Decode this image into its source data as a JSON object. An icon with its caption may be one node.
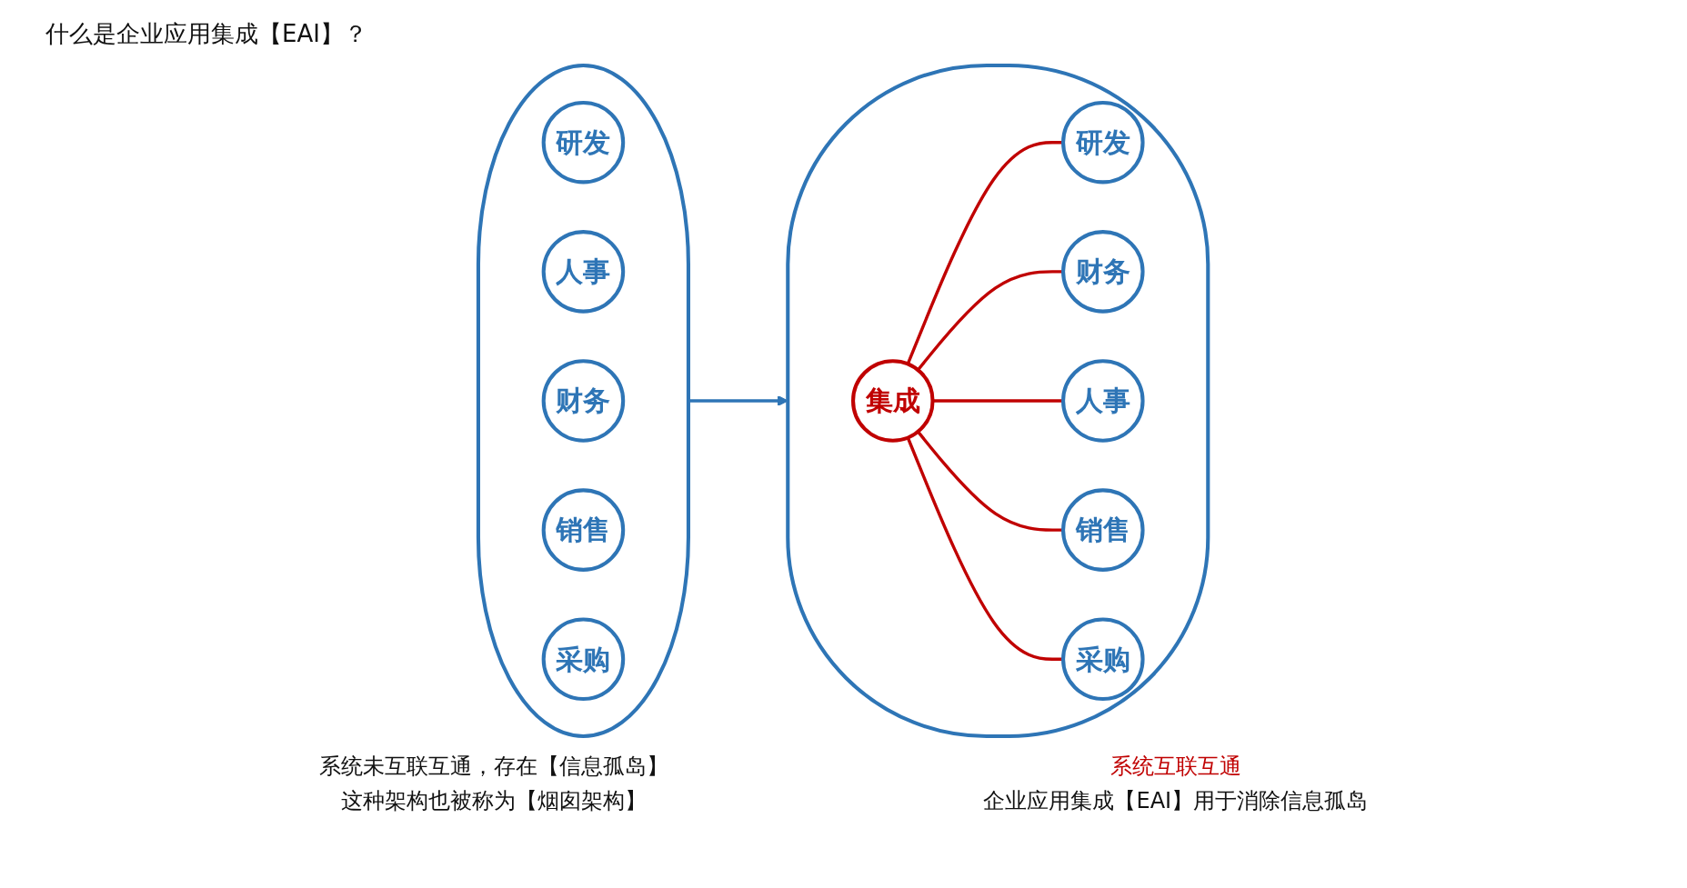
{
  "diagram": {
    "title": "什么是企业应用集成【EAI】？",
    "nodes": [
      {
        "text": [],
        "shape": "ellipse",
        "beside": [
          "系统未互联互通，存在【信息孤岛】",
          "这种架构也被称为【烟囱架构】"
        ]
      },
      {
        "text": [
          "研发"
        ],
        "in": 0
      },
      {
        "text": [
          "人事"
        ],
        "in": 0
      },
      {
        "text": [
          "财务"
        ],
        "in": 0
      },
      {
        "text": [
          "销售"
        ],
        "in": 0
      },
      {
        "text": [
          "采购"
        ],
        "in": 0
      },
      {
        "text": [],
        "shape": "ellipse",
        "beside": [
          "系统互联互通",
          "企业应用集成【EAI】用于消除信息孤岛"
        ]
      },
      {
        "text": [
          "研发"
        ],
        "in": 6
      },
      {
        "text": [
          "财务"
        ],
        "in": 6
      },
      {
        "text": [
          "人事"
        ],
        "in": 6
      },
      {
        "text": [
          "集成"
        ],
        "in": 6
      },
      {
        "text": [
          "销售"
        ],
        "in": 6
      },
      {
        "text": [
          "采购"
        ],
        "in": 6
      }
    ],
    "edges": [
      {
        "from": 0,
        "to": 6,
        "arrow": "to",
        "color": "#2e75b6"
      },
      {
        "from": 10,
        "to": 7,
        "arrow": "none",
        "color": "#c00000"
      },
      {
        "from": 10,
        "to": 8,
        "arrow": "none",
        "color": "#c00000"
      },
      {
        "from": 10,
        "to": 9,
        "arrow": "none",
        "color": "#c00000"
      },
      {
        "from": 10,
        "to": 11,
        "arrow": "none",
        "color": "#c00000"
      },
      {
        "from": 10,
        "to": 12,
        "arrow": "none",
        "color": "#c00000"
      }
    ]
  }
}
